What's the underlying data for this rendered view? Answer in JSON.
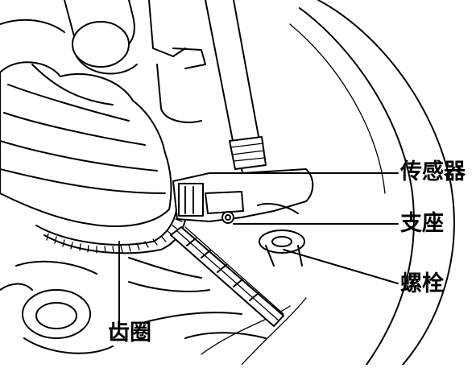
{
  "labels": {
    "sensor": "传感器",
    "bracket": "支座",
    "bolt": "螺栓",
    "tooth_ring": "齿圈"
  }
}
